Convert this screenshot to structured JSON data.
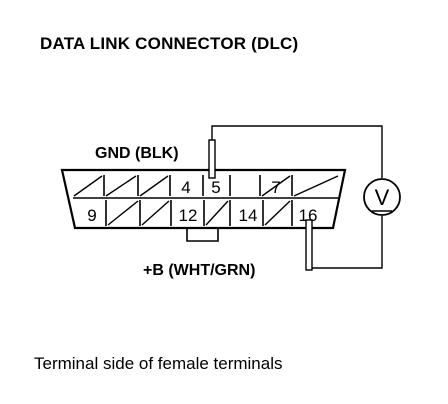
{
  "title": "DATA LINK CONNECTOR (DLC)",
  "ground_label": "GND (BLK)",
  "power_label": "+B (WHT/GRN)",
  "caption": "Terminal side of female terminals",
  "meter_symbol": "V",
  "top_row_pins": [
    "",
    "",
    "",
    "4",
    "5",
    "",
    "7",
    ""
  ],
  "bottom_row_pins": [
    "9",
    "",
    "",
    "12",
    "",
    "14",
    "",
    "16"
  ],
  "colors": {
    "line": "#000000",
    "background": "#ffffff"
  }
}
